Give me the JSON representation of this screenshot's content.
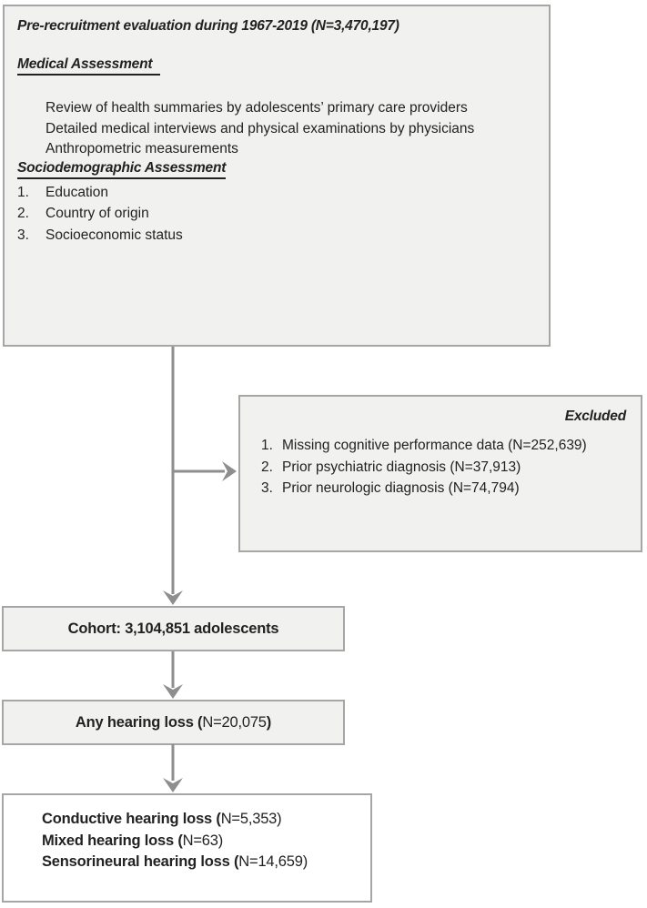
{
  "flowchart": {
    "top_box": {
      "title": "Pre-recruitment evaluation during 1967-2019 (N=3,470,197)",
      "medical_heading": "Medical Assessment",
      "medical_items": [
        "Review of health summaries by adolescents’ primary care providers",
        "Detailed medical interviews and physical examinations by physicians",
        "Anthropometric measurements"
      ],
      "socio_heading": "Sociodemographic Assessment",
      "socio_items": [
        {
          "num": "1.",
          "text": "Education"
        },
        {
          "num": "2.",
          "text": "Country of origin"
        },
        {
          "num": "3.",
          "text": "Socioeconomic status"
        }
      ]
    },
    "excluded_box": {
      "heading": "Excluded",
      "items": [
        {
          "num": "1.",
          "text": "Missing cognitive performance data (N=252,639)"
        },
        {
          "num": "2.",
          "text": "Prior psychiatric diagnosis (N=37,913)"
        },
        {
          "num": "3.",
          "text": "Prior neurologic diagnosis (N=74,794)"
        }
      ]
    },
    "cohort_box": {
      "label": "Cohort: 3,104,851 adolescents"
    },
    "any_hearing_loss_box": {
      "bold": "Any hearing loss (",
      "value": "N=20,075",
      "close": ")"
    },
    "outcome_box": {
      "items": [
        {
          "bold": "Conductive hearing loss (",
          "rest": "N=5,353)"
        },
        {
          "bold": "Mixed hearing loss (",
          "rest": "N=63)"
        },
        {
          "bold": "Sensorineural hearing loss (",
          "rest": "N=14,659)"
        }
      ]
    },
    "colors": {
      "box_fill": "#f1f1f0",
      "box_border": "#a6a6a6",
      "arrow": "#8e8e8e",
      "text": "#222222"
    }
  }
}
